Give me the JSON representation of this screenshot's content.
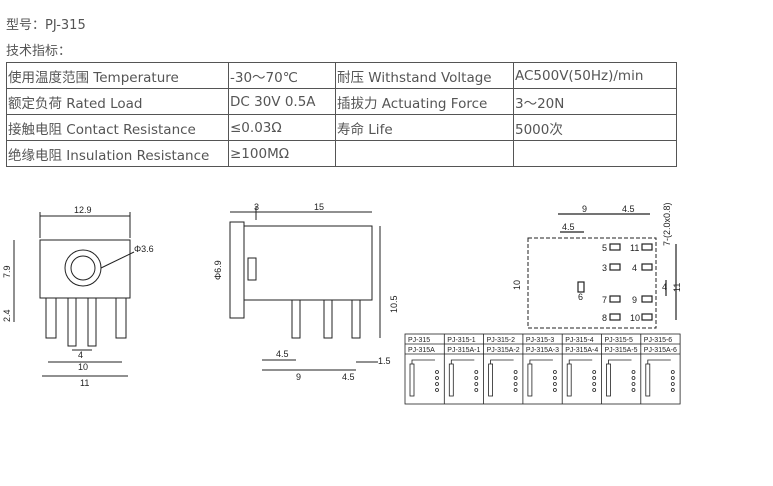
{
  "model_label": "型号：PJ-315",
  "spec_label": "技术指标：",
  "spec_table": [
    [
      "使用温度范围 Temperature",
      "-30～70℃",
      "耐压 Withstand Voltage",
      "AC500V(50Hz)/min"
    ],
    [
      "额定负荷 Rated Load",
      "DC 30V 0.5A",
      "插拔力 Actuating Force",
      "3～20N"
    ],
    [
      "接触电阻 Contact Resistance",
      "≤0.03Ω",
      "寿命 Life",
      "5000次"
    ],
    [
      "绝缘电阻 Insulation Resistance",
      "≥100MΩ",
      "",
      ""
    ]
  ],
  "front_view": {
    "width": "12.9",
    "hole": "Φ3.6",
    "height": "7.9",
    "pin": "2.4",
    "pin_pitch": "4",
    "span1": "10",
    "span2": "11"
  },
  "side_view": {
    "d1": "3",
    "d2": "15",
    "dia": "Φ6.9",
    "h": "10.5",
    "p1": "4.5",
    "p2": "9",
    "p3": "4.5",
    "p4": "1.5"
  },
  "footprint": {
    "w1": "9",
    "w2": "4.5",
    "w3": "4.5",
    "holes": "7-(2.0x0.8)",
    "h1": "10",
    "h2": "4",
    "h3": "11",
    "pins": [
      "5",
      "11",
      "3",
      "4",
      "6",
      "7",
      "9",
      "8",
      "10"
    ]
  },
  "variants": {
    "row1": [
      "PJ-315",
      "PJ-315-1",
      "PJ-315-2",
      "PJ-315-3",
      "PJ-315-4",
      "PJ-315-5",
      "PJ-315-6"
    ],
    "row2": [
      "PJ-315A",
      "PJ-315A-1",
      "PJ-315A-2",
      "PJ-315A-3",
      "PJ-315A-4",
      "PJ-315A-5",
      "PJ-315A-6"
    ]
  }
}
